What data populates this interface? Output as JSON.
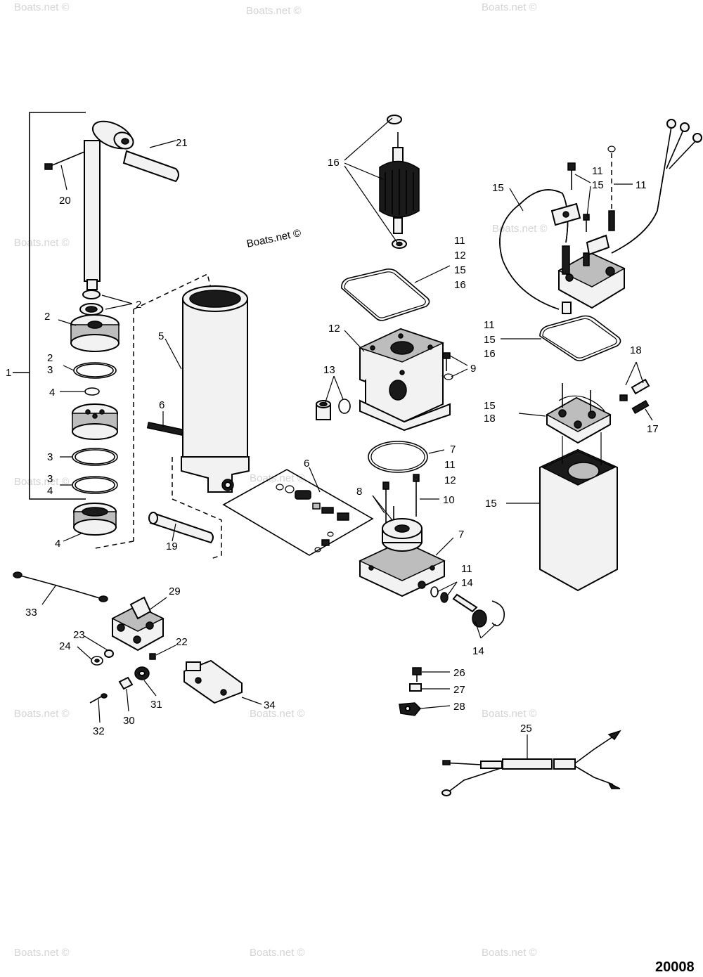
{
  "figure_number": "20008",
  "watermark": "Boats.net ©",
  "callouts": {
    "c1": "1",
    "c2a": "2",
    "c2b": "2",
    "c2c": "2",
    "c3a": "3",
    "c3b": "3",
    "c3c": "3",
    "c4a": "4",
    "c4b": "4",
    "c4c": "4",
    "c5": "5",
    "c6a": "6",
    "c6b": "6",
    "c7a": "7",
    "c7b": "7",
    "c8": "8",
    "c9": "9",
    "c10": "10",
    "c11a": "11",
    "c11b": "11",
    "c11c": "11",
    "c11d": "11",
    "c11e": "11",
    "c11f": "11",
    "c12a": "12",
    "c12b": "12",
    "c12c": "12",
    "c13": "13",
    "c14a": "14",
    "c14b": "14",
    "c15a": "15",
    "c15b": "15",
    "c15c": "15",
    "c15d": "15",
    "c15e": "15",
    "c15f": "15",
    "c16a": "16",
    "c16b": "16",
    "c16c": "16",
    "c17": "17",
    "c18a": "18",
    "c18b": "18",
    "c19": "19",
    "c20": "20",
    "c21": "21",
    "c22": "22",
    "c23": "23",
    "c24": "24",
    "c25": "25",
    "c26": "26",
    "c27": "27",
    "c28": "28",
    "c29": "29",
    "c30": "30",
    "c31": "31",
    "c32": "32",
    "c33": "33",
    "c34": "34"
  }
}
